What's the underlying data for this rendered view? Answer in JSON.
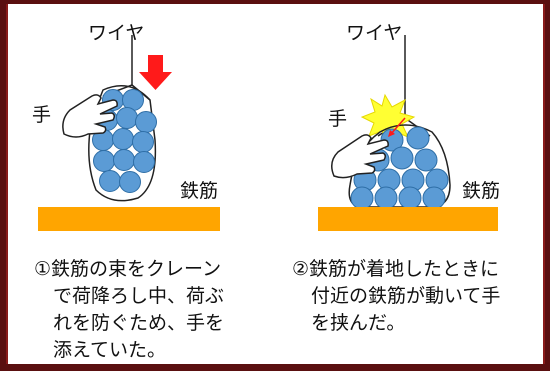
{
  "panel1": {
    "wire_label": "ワイヤ",
    "hand_label": "手",
    "rebar_label": "鉄筋",
    "caption_lines": [
      "①鉄筋の束をクレーン",
      "　で荷降ろし中、荷ぶ",
      "　れを防ぐため、手を",
      "　添えていた。"
    ]
  },
  "panel2": {
    "wire_label": "ワイヤ",
    "hand_label": "手",
    "rebar_label": "鉄筋",
    "caption_lines": [
      "②鉄筋が着地したときに",
      "　付近の鉄筋が動いて手",
      "　を挟んだ。"
    ]
  },
  "colors": {
    "rebar_fill": "#5b9bd5",
    "rebar_stroke": "#2e6ea6",
    "ground": "#ffa500",
    "arrow": "#ff1a1a",
    "flash": "#ffff33",
    "frame_bg": "#5a0f10"
  },
  "icons": [
    "down-arrow-icon",
    "hand-icon",
    "pinch-flash-icon"
  ]
}
